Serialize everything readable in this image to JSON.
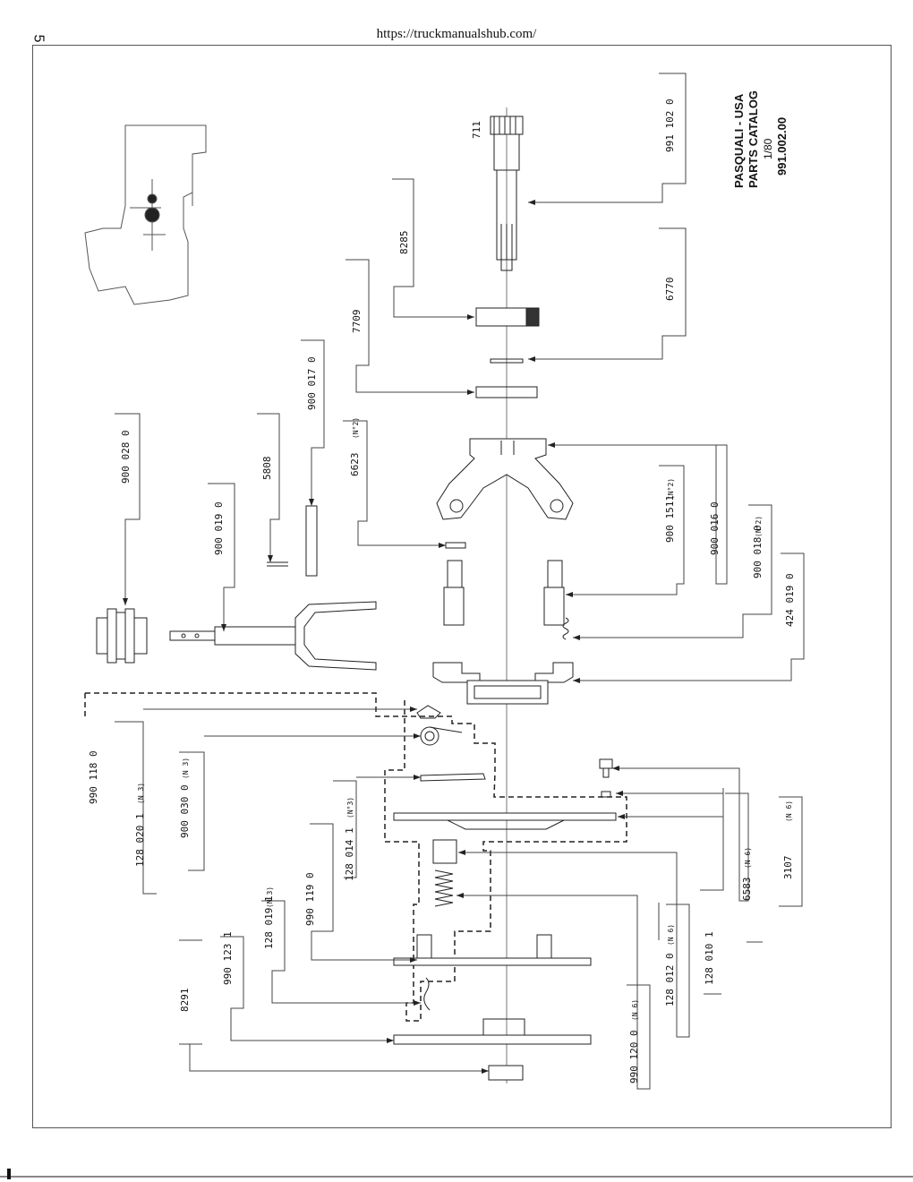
{
  "header": {
    "url": "https://truckmanualshub.com/",
    "page_number": "5"
  },
  "catalog": {
    "line1": "PASQUALI - USA",
    "line2": "PARTS CATALOG",
    "line3": "1/80",
    "line4": "991.002.00"
  },
  "parts": {
    "p9911020": "991 102 0",
    "p711": "711",
    "p8285": "8285",
    "p6770": "6770",
    "p7709": "7709",
    "p9000170": "900 017 0",
    "p5808": "5808",
    "p6623": "6623",
    "p9000280": "900 028 0",
    "p9000190": "900 019 0",
    "p9001511": "900 1511",
    "p9000160": "900 016 0",
    "p9000180": "900 018 0",
    "p4240190": "424 019 0",
    "p9901180": "990 118 0",
    "p1280201": "128 020 1",
    "p9000300": "900 030 0",
    "p1280141": "128 014 1",
    "p9901190": "990 119 0",
    "p1280191": "128 019 1",
    "p9901231": "990 123 1",
    "p8291": "8291",
    "p3107": "3107",
    "p6583": "6583",
    "p1280101": "128 010 1",
    "p1280120": "128 012 0",
    "p9901200": "990 120 0"
  },
  "qty": {
    "n2a": "(N°2)",
    "n2b": "(N°2)",
    "n2c": "(N°2)",
    "n3a": "(N 3)",
    "n3b": "(N 3)",
    "n3c": "(N°3)",
    "n3d": "(N 3)",
    "n6a": "(N 6)",
    "n6b": "(N 6)",
    "n6c": "(N 6)",
    "n6d": "(N 6)"
  }
}
